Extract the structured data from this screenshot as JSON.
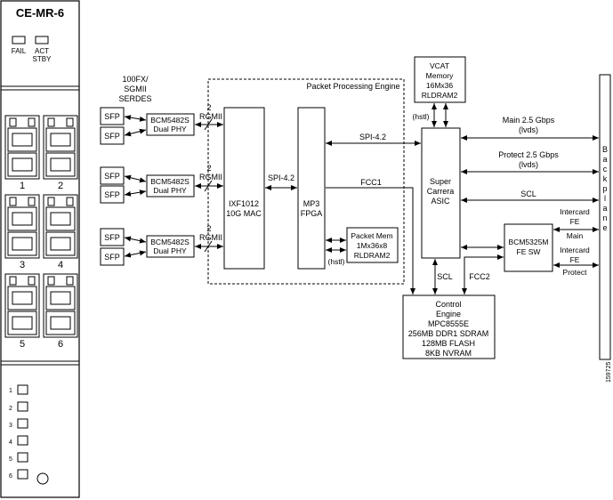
{
  "panel": {
    "title": "CE-MR-6",
    "fail_label": "FAIL",
    "act_label": "ACT",
    "stby_label": "STBY",
    "port_labels": [
      "1",
      "2",
      "3",
      "4",
      "5",
      "6"
    ],
    "lower_labels": [
      "1",
      "2",
      "3",
      "4",
      "5",
      "6"
    ]
  },
  "sfp": {
    "header": [
      "100FX/",
      "SGMII",
      "SERDES"
    ],
    "label": "SFP"
  },
  "phy": {
    "line1": "BCM5482S",
    "line2": "Dual PHY"
  },
  "rgmii": {
    "num": "2",
    "label": "RGMII"
  },
  "ixf": {
    "line1": "IXF1012",
    "line2": "10G MAC"
  },
  "spi42_left": "SPI-4.2",
  "mp3": {
    "line1": "MP3",
    "line2": "FPGA"
  },
  "ppe_label": "Packet Processing Engine",
  "pktmem": {
    "line1": "Packet Mem",
    "line2": "1Mx36x8",
    "line3": "RLDRAM2"
  },
  "hstl_pkt": "(hstl)",
  "vcat": {
    "line1": "VCAT",
    "line2": "Memory",
    "line3": "16Mx36",
    "line4": "RLDRAM2"
  },
  "hstl_vcat": "(hstl)",
  "spi42_right": "SPI-4.2",
  "fcc1": "FCC1",
  "asic": {
    "line1": "Super",
    "line2": "Carrera",
    "line3": "ASIC"
  },
  "main25": {
    "line1": "Main 2.5 Gbps",
    "line2": "(lvds)"
  },
  "protect25": {
    "line1": "Protect 2.5 Gbps",
    "line2": "(lvds)"
  },
  "scl_right": "SCL",
  "bcm5325": {
    "line1": "BCM5325M",
    "line2": "FE SW"
  },
  "intercard1": {
    "line1": "Intercard",
    "line2": "FE",
    "line3": "Main"
  },
  "intercard2": {
    "line1": "Intercard",
    "line2": "FE",
    "line3": "Protect"
  },
  "scl_lower": "SCL",
  "fcc2": "FCC2",
  "control": {
    "line1": "Control",
    "line2": "Engine",
    "line3": "MPC8555E",
    "line4": "256MB DDR1 SDRAM",
    "line5": "128MB FLASH",
    "line6": "8KB NVRAM"
  },
  "backplane": [
    "B",
    "a",
    "c",
    "k",
    "p",
    "l",
    "a",
    "n",
    "e"
  ],
  "figure_id": "159725"
}
